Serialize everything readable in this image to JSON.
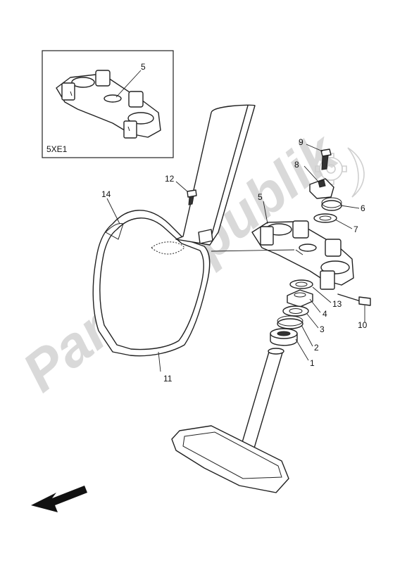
{
  "watermark": "PartsRepublik",
  "inset_label": "5XE1",
  "callouts": {
    "inset_5": "5",
    "c1": "1",
    "c2": "2",
    "c3": "3",
    "c4": "4",
    "c5": "5",
    "c6": "6",
    "c7": "7",
    "c8": "8",
    "c9": "9",
    "c10": "10",
    "c11": "11",
    "c12": "12",
    "c13": "13",
    "c14": "14"
  }
}
